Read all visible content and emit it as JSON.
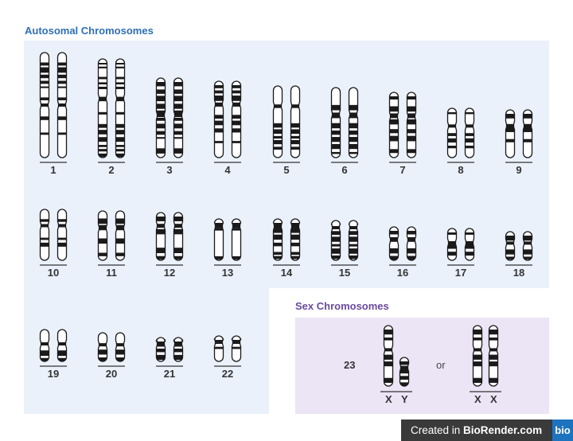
{
  "autosomal_title": "Autosomal Chromosomes",
  "sex_title": "Sex Chromosomes",
  "autosomes": [
    "1",
    "2",
    "3",
    "4",
    "5",
    "6",
    "7",
    "8",
    "9",
    "10",
    "11",
    "12",
    "13",
    "14",
    "15",
    "16",
    "17",
    "18",
    "19",
    "20",
    "21",
    "22"
  ],
  "sex": {
    "pair_number": "23",
    "or_label": "or",
    "male_labels": [
      "X",
      "Y"
    ],
    "female_labels": [
      "X",
      "X"
    ]
  },
  "watermark": {
    "prefix": "Created in ",
    "brand": "BioRender.com",
    "logo": "bio"
  },
  "colors": {
    "autosomal_title": "#2f6fb6",
    "sex_title": "#6a4aa0",
    "autosomal_panel": "#eaf1fb",
    "sex_panel": "#ece5f6",
    "band": "#1a1a1a"
  }
}
